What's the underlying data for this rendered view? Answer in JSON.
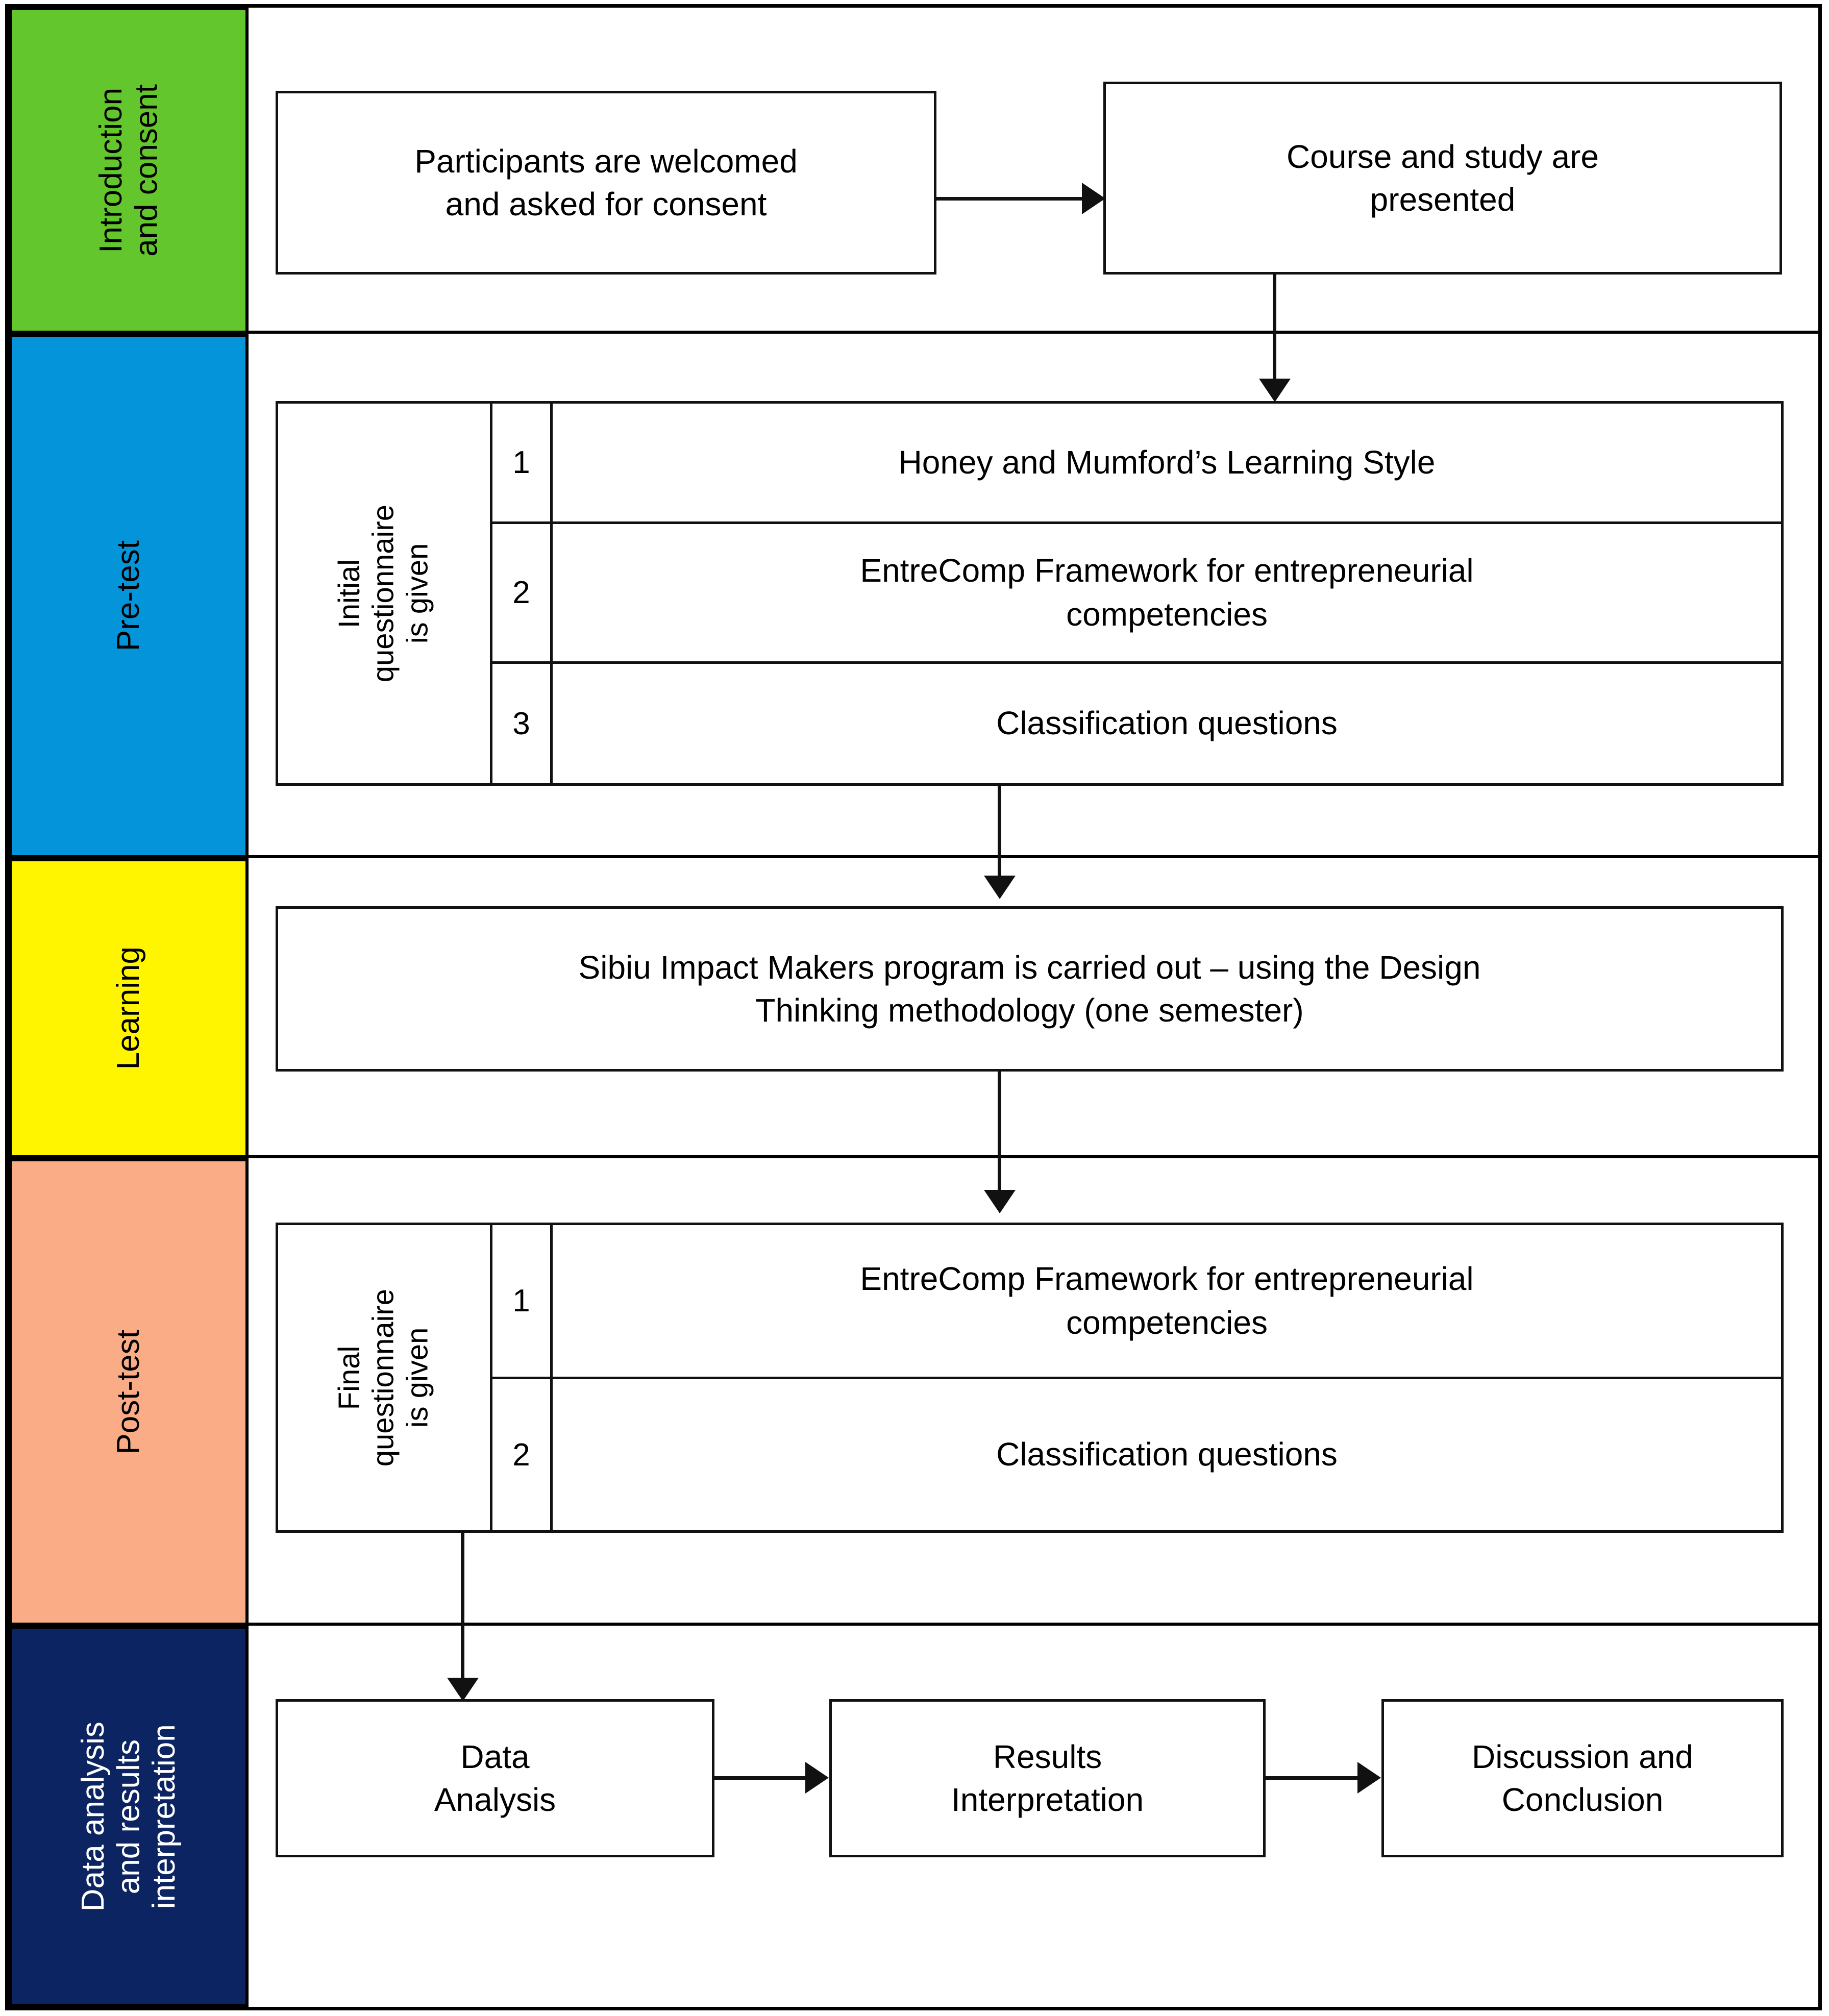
{
  "diagram": {
    "title": "Research study procedure flowchart",
    "colors": {
      "introduction_band": "#62C62C",
      "pretest_band": "#0494D9",
      "learning_band": "#FFF500",
      "posttest_band": "#F9AC85",
      "analysis_band": "#0C2461",
      "line": "#111111",
      "box_fill": "#FFFFFF"
    }
  },
  "bands": [
    {
      "id": "introduction",
      "label": "Introduction\nand consent"
    },
    {
      "id": "pretest",
      "label": "Pre-test"
    },
    {
      "id": "learning",
      "label": "Learning"
    },
    {
      "id": "posttest",
      "label": "Post-test"
    },
    {
      "id": "analysis",
      "label": "Data analysis\nand results\ninterpretation"
    }
  ],
  "boxes": {
    "welcome": {
      "text": "Participants are welcomed\nand asked for consent"
    },
    "course": {
      "text": "Course and study are\npresented"
    },
    "learning": {
      "text": "Sibiu Impact Makers program is carried out – using the Design\nThinking methodology (one semester)"
    },
    "data_analysis": {
      "text": "Data\nAnalysis"
    },
    "results_interpretation": {
      "text": "Results\nInterpretation"
    },
    "discussion_conclusion": {
      "text": "Discussion and\nConclusion"
    }
  },
  "pretest_table": {
    "label": "Initial\nquestionnaire\nis given",
    "rows": [
      {
        "num": "1",
        "text": "Honey and Mumford’s Learning Style"
      },
      {
        "num": "2",
        "text": "EntreComp Framework for entrepreneurial\ncompetencies"
      },
      {
        "num": "3",
        "text": "Classification questions"
      }
    ]
  },
  "posttest_table": {
    "label": "Final\nquestionnaire\nis given",
    "rows": [
      {
        "num": "1",
        "text": "EntreComp Framework for entrepreneurial\ncompetencies"
      },
      {
        "num": "2",
        "text": "Classification questions"
      }
    ]
  },
  "connectors": [
    {
      "id": "welcome-to-course",
      "from": "welcome",
      "to": "course",
      "direction": "right"
    },
    {
      "id": "course-to-pretest",
      "from": "course",
      "to": "pretest_table",
      "direction": "down"
    },
    {
      "id": "pretest-to-learning",
      "from": "pretest_table",
      "to": "learning",
      "direction": "down"
    },
    {
      "id": "learning-to-posttest",
      "from": "learning",
      "to": "posttest_table",
      "direction": "down"
    },
    {
      "id": "posttest-to-data-analysis",
      "from": "posttest_table",
      "to": "data_analysis",
      "direction": "down"
    },
    {
      "id": "data-to-results",
      "from": "data_analysis",
      "to": "results_interpretation",
      "direction": "right"
    },
    {
      "id": "results-to-discussion",
      "from": "results_interpretation",
      "to": "discussion_conclusion",
      "direction": "right"
    }
  ]
}
